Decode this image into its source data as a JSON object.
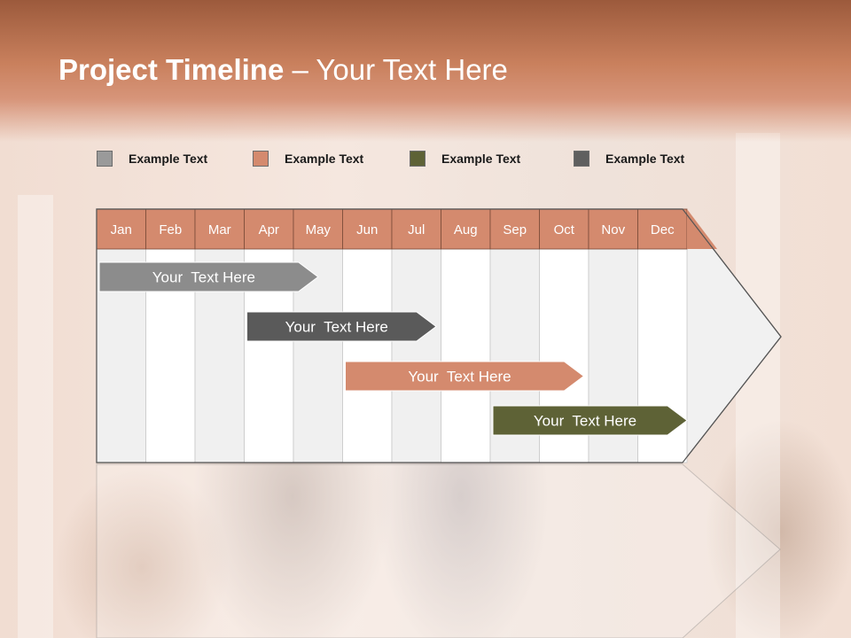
{
  "slide": {
    "title_bold": "Project Timeline",
    "title_rest": " – Your Text Here"
  },
  "legend": [
    {
      "label": "Example Text",
      "color": "#9a9a9a"
    },
    {
      "label": "Example Text",
      "color": "#d48a6e"
    },
    {
      "label": "Example Text",
      "color": "#5e6236"
    },
    {
      "label": "Example Text",
      "color": "#5f5f5f"
    }
  ],
  "timeline": {
    "months": [
      "Jan",
      "Feb",
      "Mar",
      "Apr",
      "May",
      "Jun",
      "Jul",
      "Aug",
      "Sep",
      "Oct",
      "Nov",
      "Dec"
    ],
    "header_color": "#d48a6e",
    "tasks": [
      {
        "label": "Your  Text Here",
        "start": 1,
        "end": 4.5,
        "color": "#8c8c8c"
      },
      {
        "label": "Your  Text Here",
        "start": 4,
        "end": 6.9,
        "color": "#5a5a5a"
      },
      {
        "label": "Your  Text Here",
        "start": 6,
        "end": 9.9,
        "color": "#d48a6e"
      },
      {
        "label": "Your  Text Here",
        "start": 9,
        "end": 12,
        "color": "#5e6236"
      }
    ]
  }
}
